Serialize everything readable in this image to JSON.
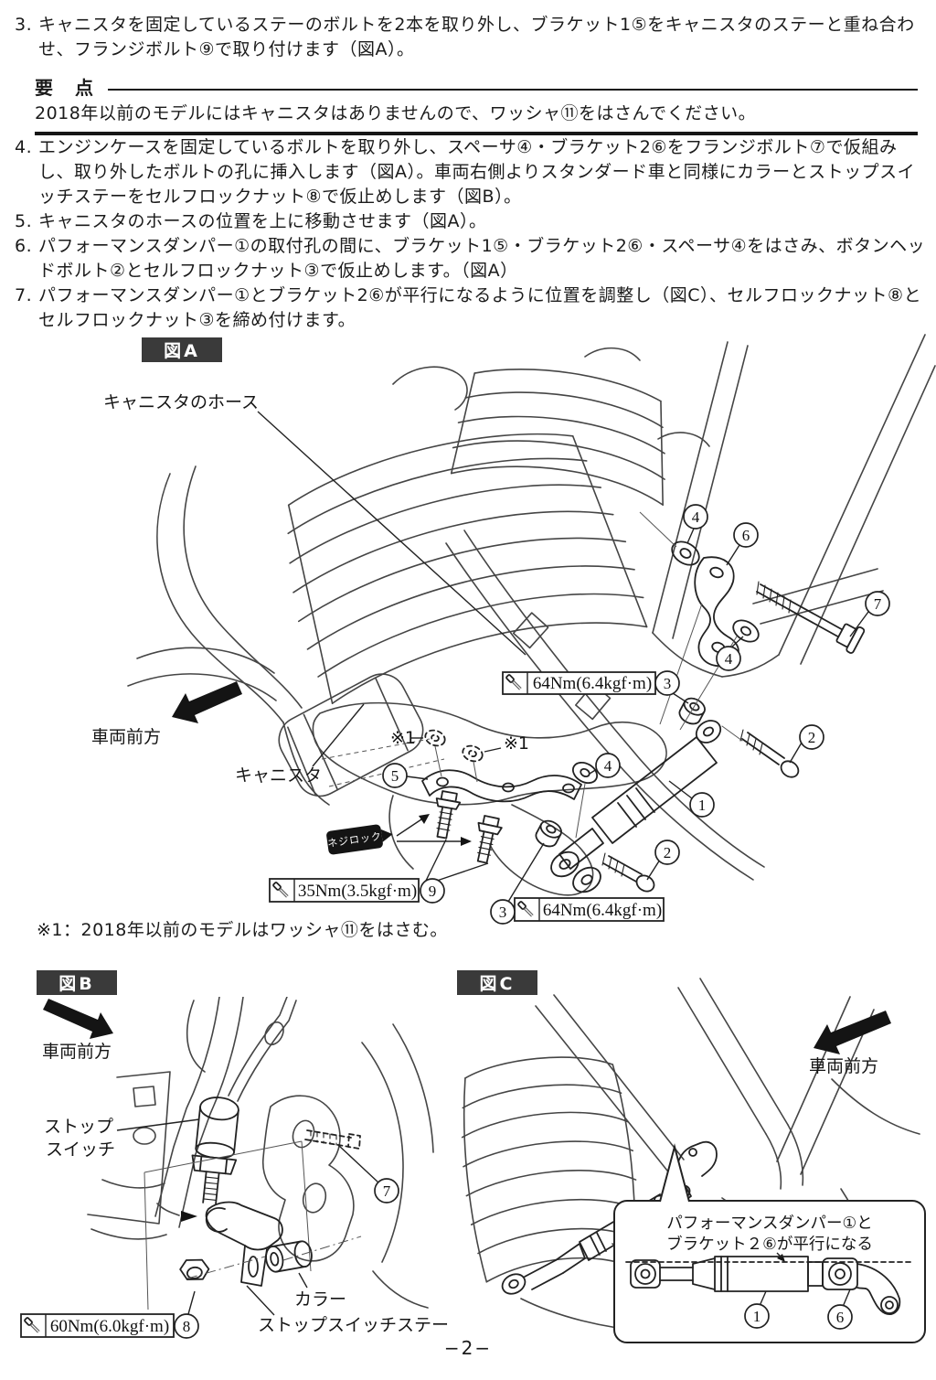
{
  "page": {
    "number": "−2−"
  },
  "instructions": {
    "steps": [
      {
        "num": "3.",
        "text": "キャニスタを固定しているステーのボルトを2本を取り外し、ブラケット1⑤をキャニスタのステーと重ね合わせ、フランジボルト⑨で取り付けます（図A）。"
      },
      {
        "num": "4.",
        "text": "エンジンケースを固定しているボルトを取り外し、スペーサ④・ブラケット2⑥をフランジボルト⑦で仮組みし、取り外したボルトの孔に挿入します（図A）。車両右側よりスタンダード車と同様にカラーとストップスイッチステーをセルフロックナット⑧で仮止めします（図B）。"
      },
      {
        "num": "5.",
        "text": "キャニスタのホースの位置を上に移動させます（図A）。"
      },
      {
        "num": "6.",
        "text": "パフォーマンスダンパー①の取付孔の間に、ブラケット1⑤・ブラケット2⑥・スペーサ④をはさみ、ボタンヘッドボルト②とセルフロックナット③で仮止めします。（図A）"
      },
      {
        "num": "7.",
        "text": "パフォーマンスダンパー①とブラケット2⑥が平行になるように位置を調整し（図C）、セルフロックナット⑧とセルフロックナット③を締め付けます。"
      }
    ],
    "note_header": "要　点",
    "note_text": "2018年以前のモデルにはキャニスタはありませんので、ワッシャ⑪をはさんでください。",
    "footnote": "※1：2018年以前のモデルはワッシャ⑪をはさむ。"
  },
  "fig_a": {
    "title": "図A",
    "labels": {
      "canister_hose": "キャニスタのホース",
      "vehicle_front": "車両前方",
      "canister": "キャニスタ",
      "screw_lock": "ネジロック",
      "ref_mark": "※1"
    },
    "torques": {
      "nut3_upper": "64Nm(6.4kgf·m)",
      "bolt9": "35Nm(3.5kgf·m)",
      "nut3_lower": "64Nm(6.4kgf·m)"
    },
    "callouts": {
      "n1": "1",
      "n2": "2",
      "n3": "3",
      "n4": "4",
      "n5": "5",
      "n6": "6",
      "n7": "7",
      "n9": "9"
    }
  },
  "fig_b": {
    "title": "図B",
    "labels": {
      "vehicle_front": "車両前方",
      "stop_switch_line1": "ストップ",
      "stop_switch_line2": "スイッチ",
      "collar": "カラー",
      "stop_switch_stay": "ストップスイッチステー"
    },
    "torques": {
      "nut8": "60Nm(6.0kgf·m)"
    },
    "callouts": {
      "n7": "7",
      "n8": "8"
    }
  },
  "fig_c": {
    "title": "図C",
    "labels": {
      "vehicle_front": "車両前方"
    },
    "inset": {
      "line1": "パフォーマンスダンパー①と",
      "line2": "ブラケット２⑥が平行になる"
    },
    "callouts": {
      "n1": "1",
      "n6": "6"
    }
  }
}
